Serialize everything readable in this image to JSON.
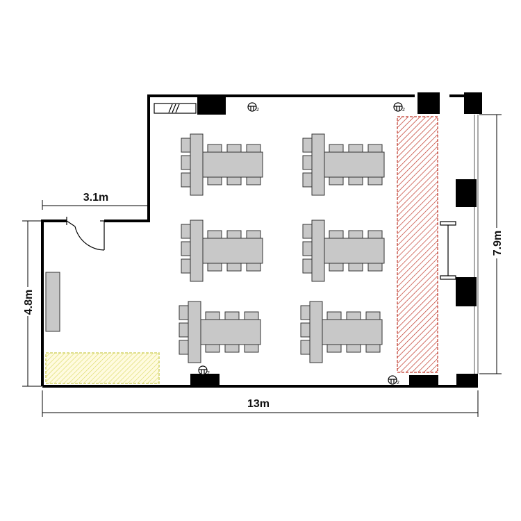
{
  "dimensions": {
    "total_width": "13m",
    "notch_width": "3.1m",
    "left_height": "4.8m",
    "right_height": "7.9m"
  },
  "room": {
    "tables_per_group_chairs_side": 3,
    "table_groups": 6
  },
  "outlets": {
    "label": "2"
  },
  "colors": {
    "wall": "#000000",
    "table_fill": "#c8c8c8",
    "table_stroke": "#333333",
    "stage_hatch": "#c0392b",
    "yellow_area": "#e6e67a",
    "column": "#000000"
  }
}
